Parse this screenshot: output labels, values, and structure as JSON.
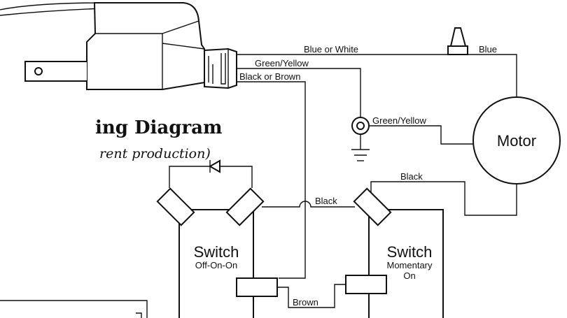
{
  "title": "ing Diagram",
  "subtitle": "rent production)",
  "wires": {
    "blue_or_white": "Blue or White",
    "blue": "Blue",
    "green_yellow_top": "Green/Yellow",
    "black_or_brown": "Black or Brown",
    "green_yellow_ground": "Green/Yellow",
    "black_motor": "Black",
    "black_switch": "Black",
    "brown": "Brown"
  },
  "motor": {
    "label": "Motor"
  },
  "switch_left": {
    "name": "Switch",
    "type": "Off-On-On"
  },
  "switch_right": {
    "name": "Switch",
    "type_line1": "Momentary",
    "type_line2": "On"
  }
}
